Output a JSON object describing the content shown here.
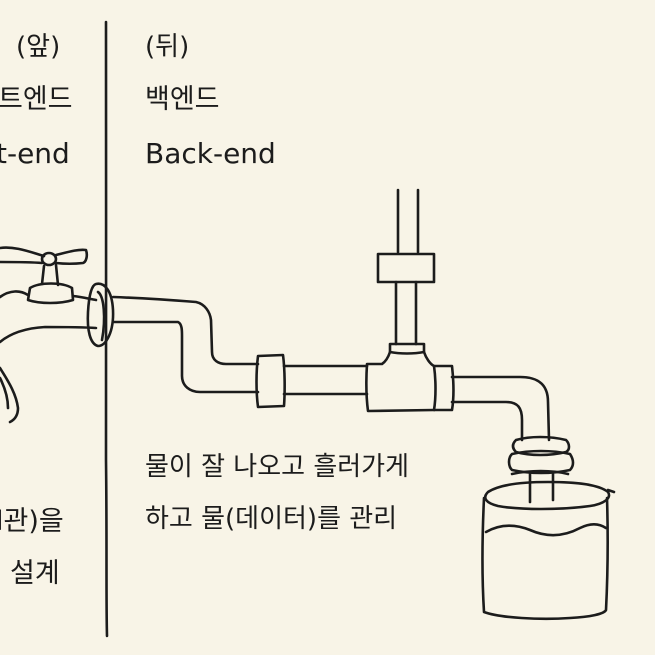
{
  "front": {
    "paren": "(앞)",
    "korean": "트엔드",
    "english": "t-end",
    "desc_line1": "l관)을",
    "desc_line2": "설계"
  },
  "back": {
    "paren": "(뒤)",
    "korean": "백엔드",
    "english": "Back-end",
    "desc_line1": "물이 잘 나오고 흘러가게",
    "desc_line2": "하고 물(데이터)를 관리"
  },
  "colors": {
    "paper": "#f8f4e7",
    "ink": "#1c1c1c"
  }
}
